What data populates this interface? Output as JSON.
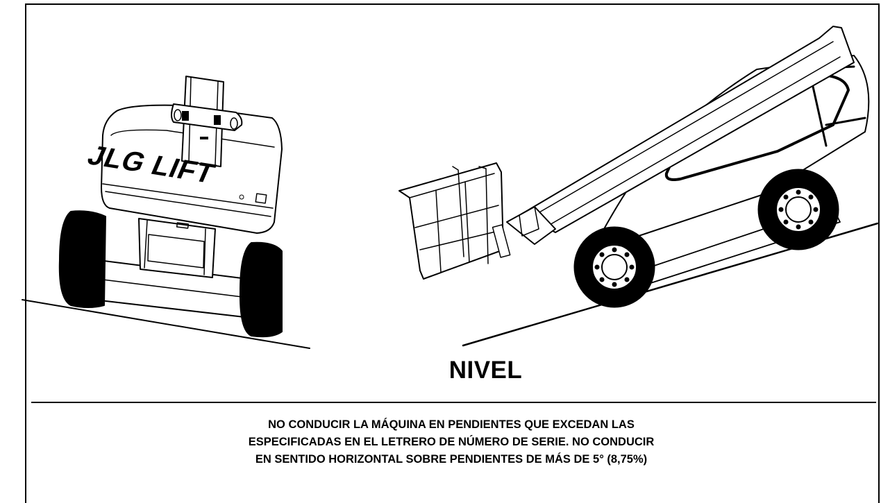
{
  "decal": {
    "logo_text": "JLG LIFT",
    "level_label": "NIVEL",
    "warning_lines": [
      "NO CONDUCIR LA MÁQUINA EN PENDIENTES QUE EXCEDAN LAS",
      "ESPECIFICADAS EN EL LETRERO DE NÚMERO DE SERIE. NO CONDUCIR",
      "EN SENTIDO HORIZONTAL SOBRE PENDIENTES DE MÁS DE 5° (8,75%)"
    ]
  }
}
